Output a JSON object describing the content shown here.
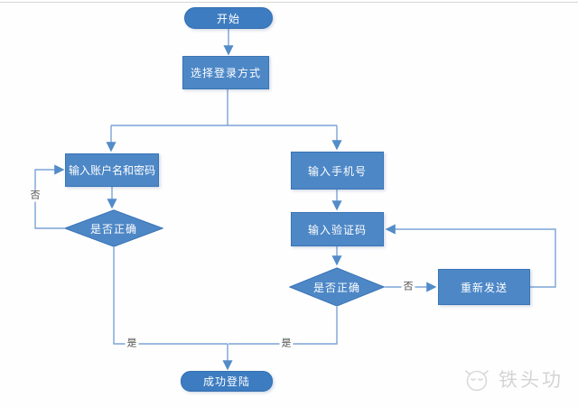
{
  "flowchart": {
    "description": "Login method flowchart",
    "nodes": {
      "start": {
        "label": "开始",
        "type": "terminator"
      },
      "choose": {
        "label": "选择登录方式",
        "type": "process"
      },
      "account": {
        "label": "输入账户名和密码",
        "type": "process"
      },
      "check_left": {
        "label": "是否正确",
        "type": "decision"
      },
      "phone": {
        "label": "输入手机号",
        "type": "process"
      },
      "code": {
        "label": "输入验证码",
        "type": "process"
      },
      "check_right": {
        "label": "是否正确",
        "type": "decision"
      },
      "resend": {
        "label": "重新发送",
        "type": "process"
      },
      "end": {
        "label": "成功登陆",
        "type": "terminator"
      }
    },
    "edges": [
      {
        "from": "start",
        "to": "choose",
        "label": ""
      },
      {
        "from": "choose",
        "to": "account",
        "label": ""
      },
      {
        "from": "choose",
        "to": "phone",
        "label": ""
      },
      {
        "from": "account",
        "to": "check_left",
        "label": ""
      },
      {
        "from": "check_left",
        "to": "account",
        "label": "否"
      },
      {
        "from": "check_left",
        "to": "end",
        "label": "是"
      },
      {
        "from": "phone",
        "to": "code",
        "label": ""
      },
      {
        "from": "code",
        "to": "check_right",
        "label": ""
      },
      {
        "from": "check_right",
        "to": "resend",
        "label": "否"
      },
      {
        "from": "resend",
        "to": "code",
        "label": ""
      },
      {
        "from": "check_right",
        "to": "end",
        "label": "是"
      }
    ],
    "colors": {
      "node_fill": "#4d87c6",
      "node_border": "#3a74b6",
      "terminator_fill": "#3d7cc0",
      "line": "#7aa3d6",
      "arrowhead": "#538cc8",
      "node_text": "#ffffff",
      "edge_label_text": "#4f4f4f",
      "watermark": "#d4d4d4"
    }
  },
  "watermark": {
    "text": "铁头功",
    "icon": "smiley-face-icon"
  }
}
